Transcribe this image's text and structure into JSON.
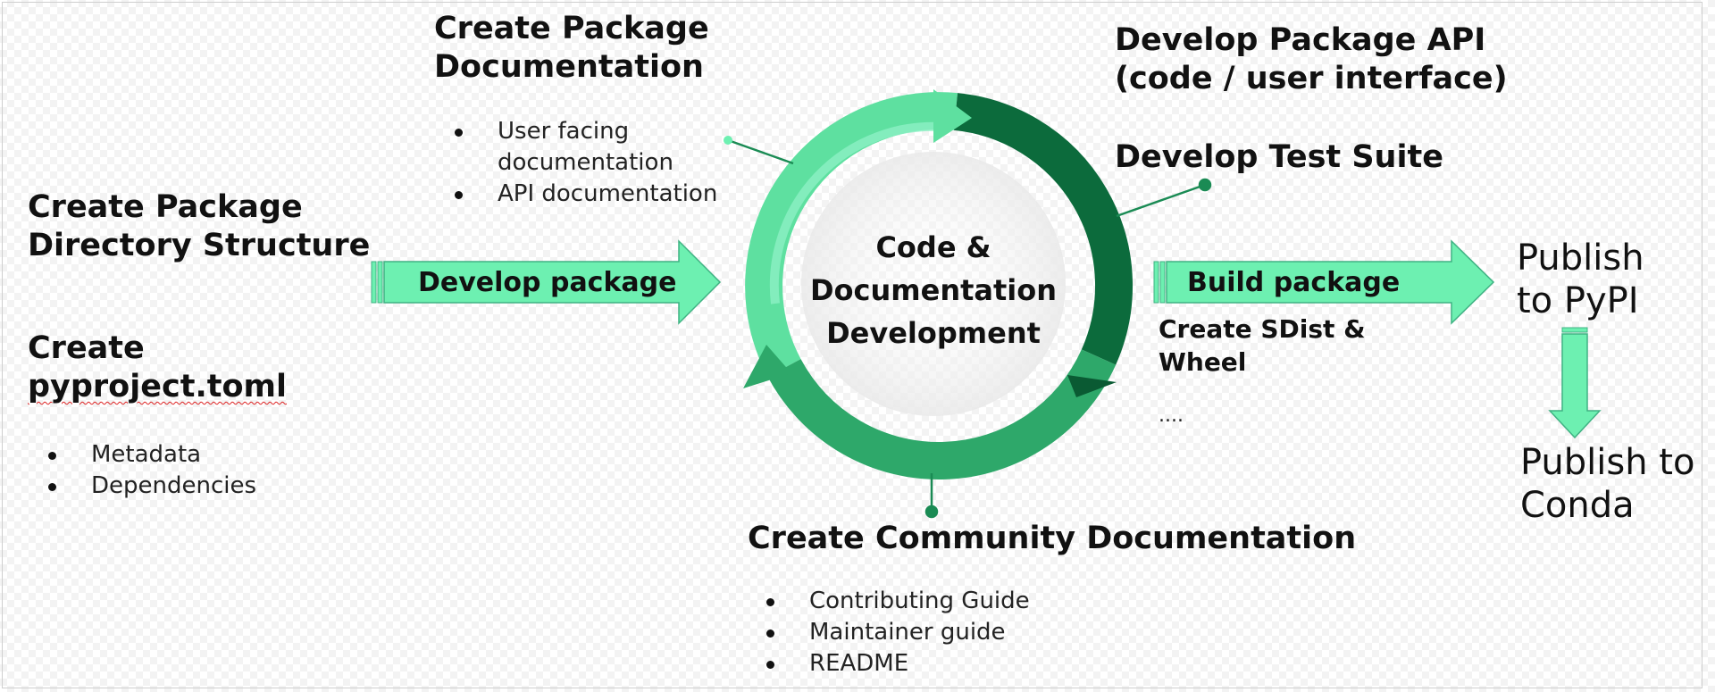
{
  "left": {
    "structure_title": "Create Package Directory Structure",
    "structure_line1": "Create Package",
    "structure_line2": "Directory Structure",
    "pyproject_line1": "Create",
    "pyproject_line2": "pyproject.toml",
    "pyproject_items": [
      "Metadata",
      "Dependencies"
    ]
  },
  "arrows": {
    "develop_label": "Develop package",
    "build_label": "Build package"
  },
  "docs": {
    "title_line1": "Create Package",
    "title_line2": "Documentation",
    "items": [
      {
        "line1": "User facing",
        "line2": "documentation"
      },
      {
        "line1": "API documentation",
        "line2": ""
      }
    ]
  },
  "center": {
    "line1": "Code &",
    "line2": "Documentation",
    "line3": "Development"
  },
  "api": {
    "line1": "Develop Package API",
    "line2": "(code / user interface)",
    "test_suite": "Develop Test Suite"
  },
  "build": {
    "sub_line1": "Create SDist &",
    "sub_line2": "Wheel",
    "ellipsis": "...."
  },
  "publish": {
    "pypi_line1": "Publish",
    "pypi_line2": "to PyPI",
    "conda_line1": "Publish to",
    "conda_line2": "Conda"
  },
  "community": {
    "title": "Create Community Documentation",
    "items": [
      "Contributing Guide",
      "Maintainer guide",
      "README"
    ]
  },
  "colors": {
    "arrow_fill": "#6df0b1",
    "ring_light": "#5ee0a0",
    "ring_mid": "#2ea86a",
    "ring_dark": "#0c6b3c",
    "ring_darker": "#0a5a33"
  }
}
